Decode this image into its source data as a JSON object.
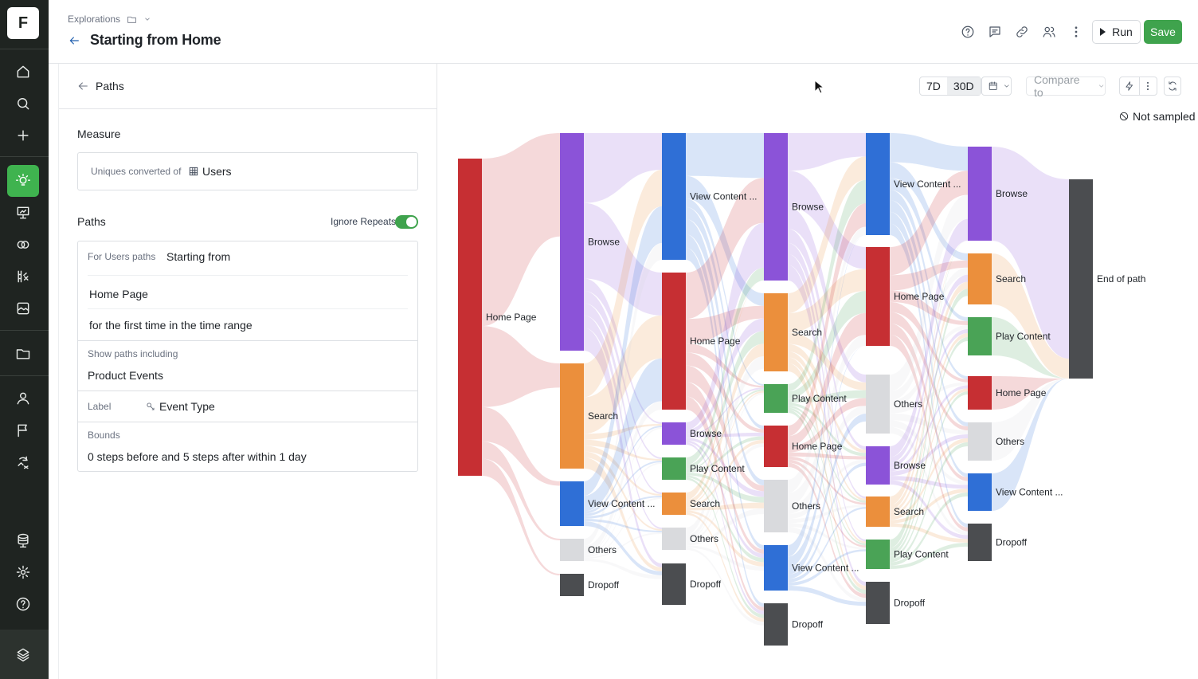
{
  "nav": {
    "logo": "F"
  },
  "header": {
    "breadcrumb": "Explorations",
    "title": "Starting from Home",
    "run_label": "Run",
    "save_label": "Save"
  },
  "panel": {
    "back_label": "Paths",
    "measure": {
      "title": "Measure",
      "prefix": "Uniques converted of",
      "value": "Users"
    },
    "paths": {
      "title": "Paths",
      "ignore_repeats_label": "Ignore Repeats",
      "ignore_repeats_on": true,
      "for_label": "For Users paths",
      "for_value": "Starting from",
      "event": "Home Page",
      "condition": "for the first time in the time range",
      "include_label": "Show paths including",
      "include_value": "Product Events",
      "label_label": "Label",
      "label_value": "Event Type",
      "bounds_label": "Bounds",
      "bounds_value": "0 steps before and 5 steps after within 1 day"
    }
  },
  "toolbar": {
    "range_7d": "7D",
    "range_30d": "30D",
    "compare_label": "Compare to",
    "not_sampled": "Not sampled"
  },
  "colors": {
    "Home Page": "#c62f33",
    "Browse": "#8b53d8",
    "Search": "#eb8f3c",
    "View Content ...": "#2f6fd6",
    "Play Content": "#4aa356",
    "Others": "#d9dadd",
    "Dropoff": "#4b4d50",
    "End of path": "#4b4d50"
  },
  "chart_data": {
    "type": "sankey",
    "steps": [
      {
        "nodes": [
          {
            "label": "Home Page"
          }
        ]
      },
      {
        "nodes": [
          {
            "label": "Browse"
          },
          {
            "label": "Search"
          },
          {
            "label": "View Content ..."
          },
          {
            "label": "Others"
          },
          {
            "label": "Dropoff"
          }
        ]
      },
      {
        "nodes": [
          {
            "label": "View Content ..."
          },
          {
            "label": "Home Page"
          },
          {
            "label": "Browse"
          },
          {
            "label": "Play Content"
          },
          {
            "label": "Search"
          },
          {
            "label": "Others"
          },
          {
            "label": "Dropoff"
          }
        ]
      },
      {
        "nodes": [
          {
            "label": "Browse"
          },
          {
            "label": "Search"
          },
          {
            "label": "Play Content"
          },
          {
            "label": "Home Page"
          },
          {
            "label": "Others"
          },
          {
            "label": "View Content ..."
          },
          {
            "label": "Dropoff"
          }
        ]
      },
      {
        "nodes": [
          {
            "label": "View Content ..."
          },
          {
            "label": "Home Page"
          },
          {
            "label": "Others"
          },
          {
            "label": "Browse"
          },
          {
            "label": "Search"
          },
          {
            "label": "Play Content"
          },
          {
            "label": "Dropoff"
          }
        ]
      },
      {
        "nodes": [
          {
            "label": "Browse"
          },
          {
            "label": "Search"
          },
          {
            "label": "Play Content"
          },
          {
            "label": "Home Page"
          },
          {
            "label": "Others"
          },
          {
            "label": "View Content ..."
          },
          {
            "label": "Dropoff"
          }
        ]
      },
      {
        "nodes": [
          {
            "label": "End of path"
          }
        ]
      }
    ]
  }
}
